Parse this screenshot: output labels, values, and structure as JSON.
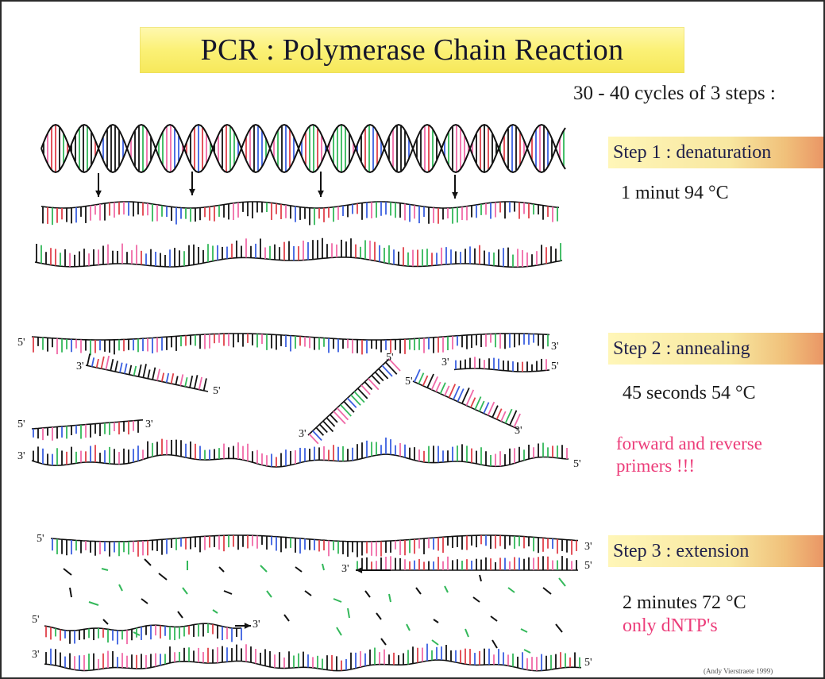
{
  "title": "PCR : Polymerase Chain Reaction",
  "cycles": "30 - 40 cycles of 3 steps :",
  "steps": [
    {
      "label": "Step 1 : denaturation",
      "condition": "1 minut 94 °C"
    },
    {
      "label": "Step 2 : annealing",
      "condition": "45 seconds 54 °C"
    },
    {
      "label": "Step 3 : extension",
      "condition": "2 minutes 72 °C"
    }
  ],
  "notes": {
    "primers_line1": "forward and reverse",
    "primers_line2": "primers !!!",
    "dntp": "only dNTP's"
  },
  "credit": "(Andy Vierstraete 1999)",
  "end_labels": {
    "five": "5'",
    "three": "3'"
  },
  "colors": {
    "title_bg": "#fbf176",
    "step_bg_start": "#fff6b8",
    "step_bg_end": "#e98f62",
    "note_pink": "#ec3d7a",
    "base_black": "#111111",
    "base_red": "#e0404a",
    "base_blue": "#3a5fe0",
    "base_green": "#33b85a",
    "base_pink": "#f06aa8",
    "base_cyan": "#40c0c0"
  }
}
